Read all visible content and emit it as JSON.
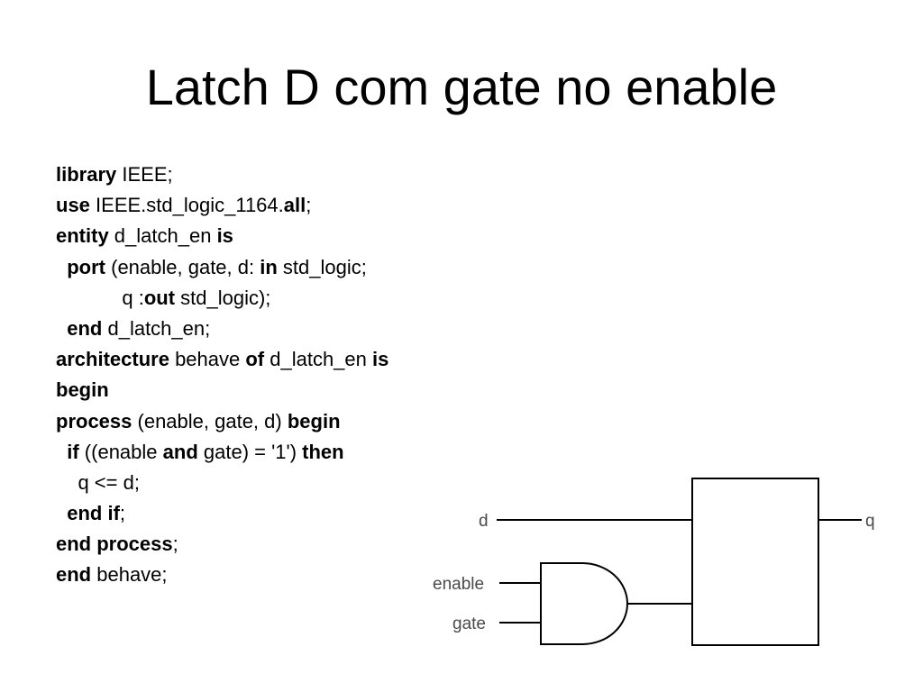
{
  "title": "Latch D com gate no enable",
  "code": [
    [
      {
        "t": "library",
        "b": true
      },
      {
        "t": " IEEE;",
        "b": false
      }
    ],
    [
      {
        "t": "use",
        "b": true
      },
      {
        "t": " IEEE.std_logic_1164.",
        "b": false
      },
      {
        "t": "all",
        "b": true
      },
      {
        "t": ";",
        "b": false
      }
    ],
    [
      {
        "t": "entity",
        "b": true
      },
      {
        "t": " d_latch_en ",
        "b": false
      },
      {
        "t": "is",
        "b": true
      }
    ],
    [
      {
        "t": "  ",
        "b": false
      },
      {
        "t": "port",
        "b": true
      },
      {
        "t": " (enable, gate, d: ",
        "b": false
      },
      {
        "t": "in",
        "b": true
      },
      {
        "t": " std_logic;",
        "b": false
      }
    ],
    [
      {
        "t": "            q :",
        "b": false
      },
      {
        "t": "out",
        "b": true
      },
      {
        "t": " std_logic);",
        "b": false
      }
    ],
    [
      {
        "t": "  ",
        "b": false
      },
      {
        "t": "end",
        "b": true
      },
      {
        "t": " d_latch_en;",
        "b": false
      }
    ],
    [
      {
        "t": "architecture",
        "b": true
      },
      {
        "t": " behave ",
        "b": false
      },
      {
        "t": "of",
        "b": true
      },
      {
        "t": " d_latch_en ",
        "b": false
      },
      {
        "t": "is",
        "b": true
      }
    ],
    [
      {
        "t": "begin",
        "b": true
      }
    ],
    [
      {
        "t": "process",
        "b": true
      },
      {
        "t": " (enable, gate, d) ",
        "b": false
      },
      {
        "t": "begin",
        "b": true
      }
    ],
    [
      {
        "t": "  ",
        "b": false
      },
      {
        "t": "if",
        "b": true
      },
      {
        "t": " ((enable ",
        "b": false
      },
      {
        "t": "and",
        "b": true
      },
      {
        "t": " gate) = '1') ",
        "b": false
      },
      {
        "t": "then",
        "b": true
      }
    ],
    [
      {
        "t": "    q <= d;",
        "b": false
      }
    ],
    [
      {
        "t": "  ",
        "b": false
      },
      {
        "t": "end if",
        "b": true
      },
      {
        "t": ";",
        "b": false
      }
    ],
    [
      {
        "t": "end process",
        "b": true
      },
      {
        "t": ";",
        "b": false
      }
    ],
    [
      {
        "t": "end",
        "b": true
      },
      {
        "t": " behave;",
        "b": false
      }
    ]
  ],
  "diagram": {
    "labels": {
      "d": "d",
      "q": "q",
      "enable": "enable",
      "gate": "gate"
    },
    "gate_type": "and-gate",
    "block_type": "latch-block"
  }
}
